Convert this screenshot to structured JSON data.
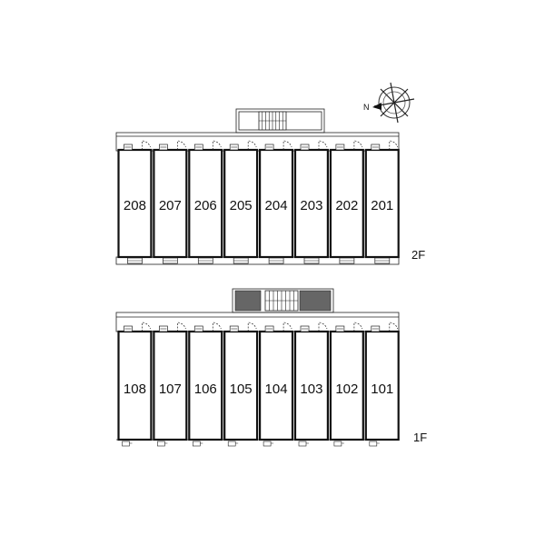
{
  "floors": [
    {
      "label": "2F",
      "units": [
        "208",
        "207",
        "206",
        "205",
        "204",
        "203",
        "202",
        "201"
      ]
    },
    {
      "label": "1F",
      "units": [
        "108",
        "107",
        "106",
        "105",
        "104",
        "103",
        "102",
        "101"
      ]
    }
  ],
  "compass": {
    "north_label": "N",
    "icon": "compass-rose-icon"
  }
}
